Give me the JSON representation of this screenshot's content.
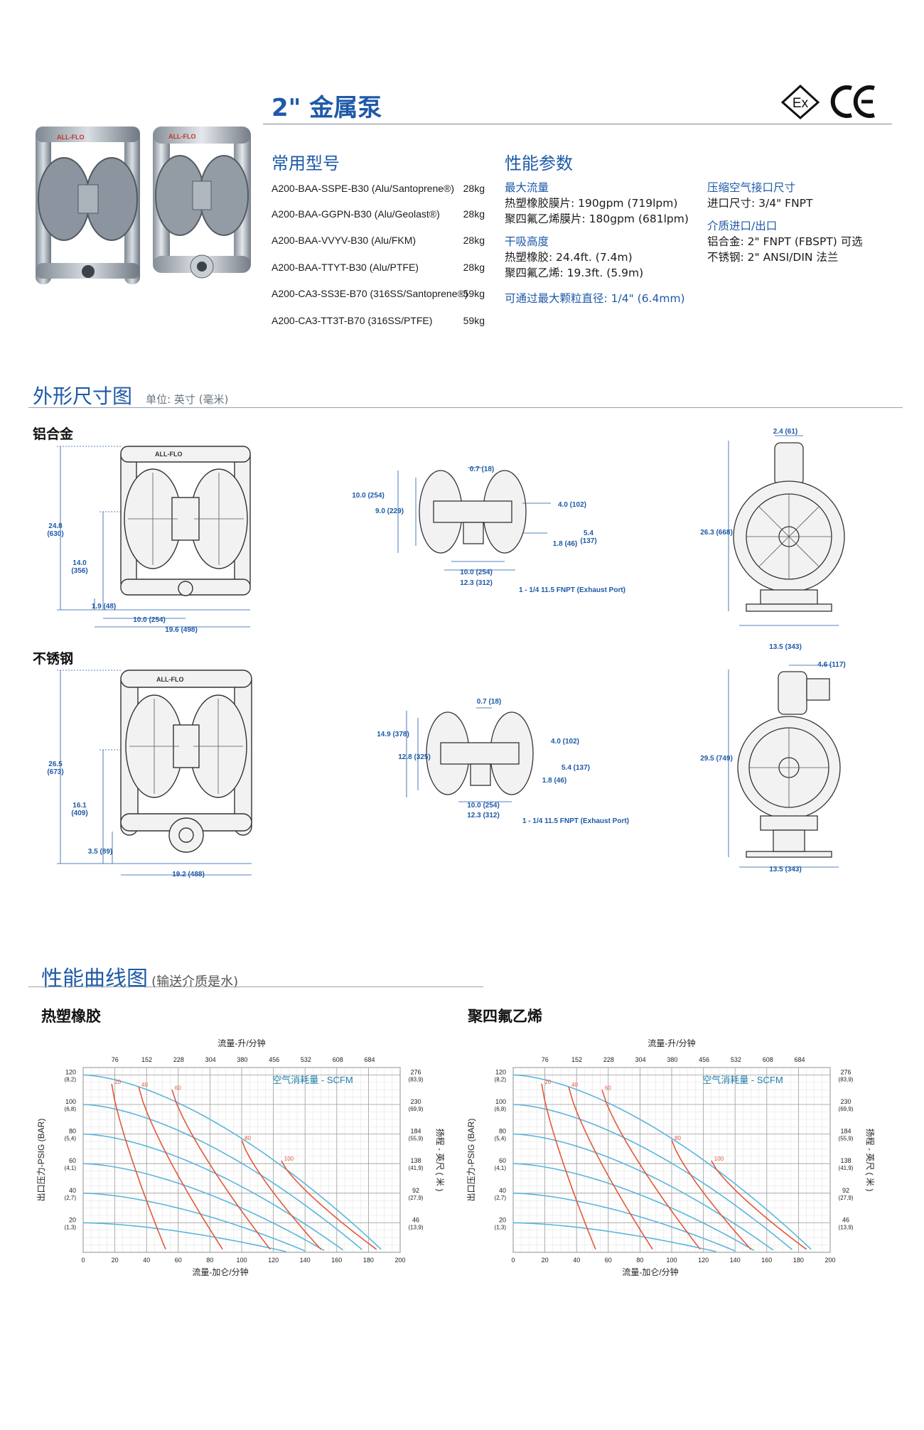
{
  "header": {
    "title": "2\" 金属泵",
    "certs": [
      "Ex",
      "CE"
    ]
  },
  "models": {
    "heading": "常用型号",
    "rows": [
      {
        "name": "A200-BAA-SSPE-B30 (Alu/Santoprene®)",
        "weight": "28kg"
      },
      {
        "name": "A200-BAA-GGPN-B30 (Alu/Geolast®)",
        "weight": "28kg"
      },
      {
        "name": "A200-BAA-VVYV-B30 (Alu/FKM)",
        "weight": "28kg"
      },
      {
        "name": "A200-BAA-TTYT-B30 (Alu/PTFE)",
        "weight": "28kg"
      },
      {
        "name": "A200-CA3-SS3E-B70 (316SS/Santoprene®)",
        "weight": "59kg"
      },
      {
        "name": "A200-CA3-TT3T-B70 (316SS/PTFE)",
        "weight": "59kg"
      }
    ]
  },
  "performance": {
    "heading": "性能参数",
    "max_flow_label": "最大流量",
    "max_flow_tpe": "热塑橡胶膜片: 190gpm (719lpm)",
    "max_flow_ptfe": "聚四氟乙烯膜片: 180gpm (681lpm)",
    "dry_lift_label": "干吸高度",
    "dry_lift_tpe": "热塑橡胶: 24.4ft. (7.4m)",
    "dry_lift_ptfe": "聚四氟乙烯: 19.3ft. (5.9m)",
    "max_solids": "可通过最大颗粒直径: 1/4\" (6.4mm)",
    "air_inlet_label": "压缩空气接口尺寸",
    "air_inlet_value": "进口尺寸: 3/4\" FNPT",
    "ports_label": "介质进口/出口",
    "ports_alu": "铝合金: 2\" FNPT (FBSPT) 可选",
    "ports_ss": "不锈钢: 2\" ANSI/DIN 法兰"
  },
  "dimensions": {
    "heading": "外形尺寸图",
    "unit_note": "单位: 英寸 (毫米)",
    "alu_label": "铝合金",
    "ss_label": "不锈钢",
    "pump_logo": "ALL-FLO",
    "alu": {
      "front": [
        "24.8 (630)",
        "14.0 (356)",
        "1.9 (48)",
        "10.0 (254)",
        "19.6 (498)"
      ],
      "top": [
        "0.7 (18)",
        "10.0 (254)",
        "9.0 (229)",
        "4.0 (102)",
        "5.4 (137)",
        "1.8 (46)",
        "10.0 (254)",
        "12.3 (312)",
        "1 - 1/4 11.5 FNPT (Exhaust Port)"
      ],
      "side": [
        "2.4 (61)",
        "26.3 (668)",
        "13.5 (343)"
      ]
    },
    "ss": {
      "front": [
        "26.5 (673)",
        "16.1 (409)",
        "3.5 (89)",
        "19.2 (488)"
      ],
      "top": [
        "0.7 (18)",
        "14.9 (378)",
        "12.8 (325)",
        "4.0 (102)",
        "5.4 (137)",
        "1.8 (46)",
        "10.0 (254)",
        "12.3 (312)",
        "1 - 1/4 11.5 FNPT (Exhaust Port)"
      ],
      "side": [
        "4.6 (117)",
        "29.5 (749)",
        "13.5 (343)"
      ]
    }
  },
  "curves": {
    "heading": "性能曲线图",
    "heading_note": "(输送介质是水)",
    "top_axis_label": "流量-升/分钟",
    "bottom_axis_label": "流量-加仑/分钟",
    "left_axis_label": "出口压力-PSIG (BAR)",
    "right_axis_label": "扬程 - 英尺 ( 米 )",
    "air_label": "空气消耗量 - SCFM",
    "top_ticks": [
      "76",
      "152",
      "228",
      "304",
      "380",
      "456",
      "532",
      "608",
      "684"
    ],
    "bottom_ticks": [
      "0",
      "20",
      "40",
      "60",
      "80",
      "100",
      "120",
      "140",
      "160",
      "180",
      "200"
    ],
    "left_ticks": [
      [
        "120",
        "(8,2)"
      ],
      [
        "100",
        "(6,8)"
      ],
      [
        "80",
        "(5,4)"
      ],
      [
        "60",
        "(4,1)"
      ],
      [
        "40",
        "(2,7)"
      ],
      [
        "20",
        "(1,3)"
      ]
    ],
    "right_ticks": [
      [
        "276",
        "(83,9)"
      ],
      [
        "230",
        "(69,9)"
      ],
      [
        "184",
        "(55,9)"
      ],
      [
        "138",
        "(41,9)"
      ],
      [
        "92",
        "(27,9)"
      ],
      [
        "46",
        "(13,9)"
      ]
    ],
    "scfm_labels": [
      "20",
      "40",
      "60",
      "80",
      "100"
    ],
    "charts": [
      {
        "title": "热塑橡胶"
      },
      {
        "title": "聚四氟乙烯"
      }
    ]
  }
}
